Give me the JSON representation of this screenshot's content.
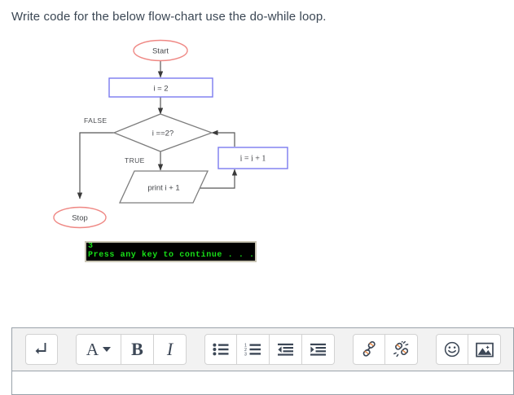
{
  "question": {
    "text": "Write code for the below flow-chart use the do-while loop."
  },
  "flowchart": {
    "nodes": {
      "start": "Start",
      "init": "i = 2",
      "condition": "i ==2?",
      "output": "print i + 1",
      "increment": "i = i + 1",
      "stop": "Stop"
    },
    "edge_labels": {
      "false_branch": "FALSE",
      "true_branch": "TRUE"
    },
    "colors": {
      "terminal_stroke": "#ef8884",
      "process_stroke": "#7a7af0",
      "decision_stroke": "#7d7d7d",
      "io_stroke": "#7d7d7d",
      "connector": "#585858",
      "text": "#44464a"
    }
  },
  "console": {
    "output_line": "3",
    "prompt_line": "Press any key to continue . . .",
    "text_color": "#18e018",
    "background_color": "#000000",
    "border_color": "#c9c5b4"
  },
  "editor": {
    "toolbar": {
      "groups": [
        {
          "name": "insert",
          "buttons": [
            {
              "name": "insert-line-break-button",
              "icon": "arrow-down-turn-icon",
              "label": "↲"
            }
          ]
        },
        {
          "name": "formatting",
          "buttons": [
            {
              "name": "font-style-button",
              "icon": "font-A-icon",
              "label": "A"
            },
            {
              "name": "bold-button",
              "icon": "bold-icon",
              "label": "B"
            },
            {
              "name": "italic-button",
              "icon": "italic-icon",
              "label": "I"
            }
          ]
        },
        {
          "name": "lists",
          "buttons": [
            {
              "name": "bullet-list-button",
              "icon": "bullet-list-icon",
              "label": ""
            },
            {
              "name": "numbered-list-button",
              "icon": "numbered-list-icon",
              "label": ""
            },
            {
              "name": "outdent-button",
              "icon": "outdent-icon",
              "label": ""
            },
            {
              "name": "indent-button",
              "icon": "indent-icon",
              "label": ""
            }
          ]
        },
        {
          "name": "links",
          "buttons": [
            {
              "name": "insert-link-button",
              "icon": "link-icon",
              "label": ""
            },
            {
              "name": "remove-link-button",
              "icon": "unlink-icon",
              "label": ""
            }
          ]
        },
        {
          "name": "media",
          "buttons": [
            {
              "name": "insert-emoji-button",
              "icon": "smiley-icon",
              "label": ""
            },
            {
              "name": "insert-image-button",
              "icon": "image-icon",
              "label": ""
            }
          ]
        }
      ]
    },
    "body": {
      "value": "",
      "placeholder": ""
    }
  }
}
